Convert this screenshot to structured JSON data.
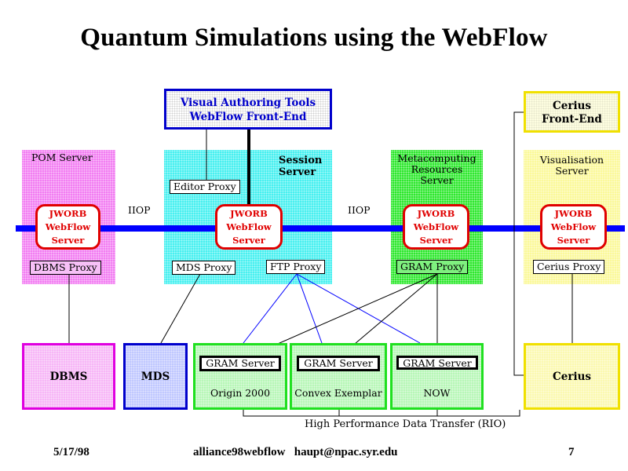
{
  "title": "Quantum Simulations using the WebFlow",
  "top_tools": {
    "line1": "Visual  Authoring  Tools",
    "line2": "WebFlow   Front-End"
  },
  "cerius_frontend": {
    "line1": "Cerius",
    "line2": "Front-End"
  },
  "servers": {
    "pom": {
      "title": "POM  Server",
      "proxy": "DBMS  Proxy"
    },
    "session": {
      "title_line1": "Session",
      "title_line2": "Server",
      "editor_proxy": "Editor   Proxy",
      "mds_proxy": "MDS  Proxy",
      "ftp_proxy": "FTP  Proxy"
    },
    "meta": {
      "title_line1": "Metacomputing",
      "title_line2": "Resources",
      "title_line3": "Server",
      "proxy": "GRAM  Proxy"
    },
    "vis": {
      "title_line1": "Visualisation",
      "title_line2": "Server",
      "proxy": "Cerius   Proxy"
    }
  },
  "jwork": {
    "line1": "JWORB",
    "line2": "WebFlow",
    "line3": "Server"
  },
  "iiop_left": "IIOP",
  "iiop_right": "IIOP",
  "resources": {
    "dbms": "DBMS",
    "mds": "MDS",
    "origin": {
      "gram": "GRAM  Server",
      "name": "Origin  2000"
    },
    "convex": {
      "gram": "GRAM  Server",
      "name": "Convex   Exemplar"
    },
    "now": {
      "gram": "GRAM  Server",
      "name": "NOW"
    },
    "cerius": "Cerius"
  },
  "rio": "High  Performance  Data  Transfer  (RIO)",
  "footer": {
    "date": "5/17/98",
    "center": "alliance98webflow   haupt@npac.syr.edu",
    "page": "7"
  },
  "colors": {
    "backbone": "#0000ff",
    "magenta": "#f27ef2",
    "cyan": "#48f0f0",
    "green": "#2ee82e",
    "yellow": "#fbf99a",
    "jwork_red": "#e00000",
    "box_blue": "#0000cc"
  }
}
